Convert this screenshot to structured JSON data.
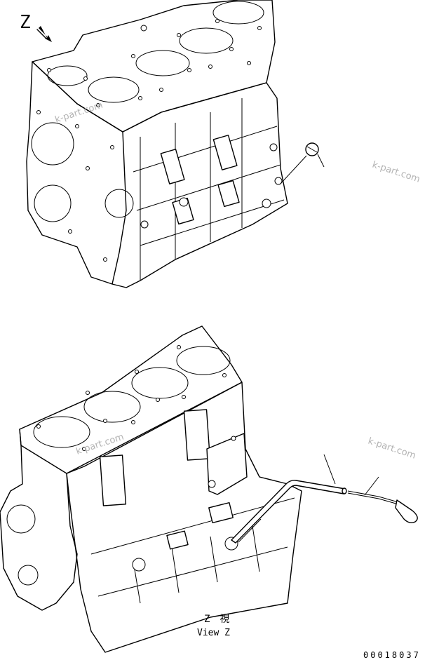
{
  "view_marker": "Z",
  "caption": {
    "line1": "Z　視",
    "line2": "View Z"
  },
  "drawing_number": "00018037",
  "watermarks": [
    "k-part.com",
    "k-part.com",
    "k-part.com",
    "k-part.com"
  ]
}
